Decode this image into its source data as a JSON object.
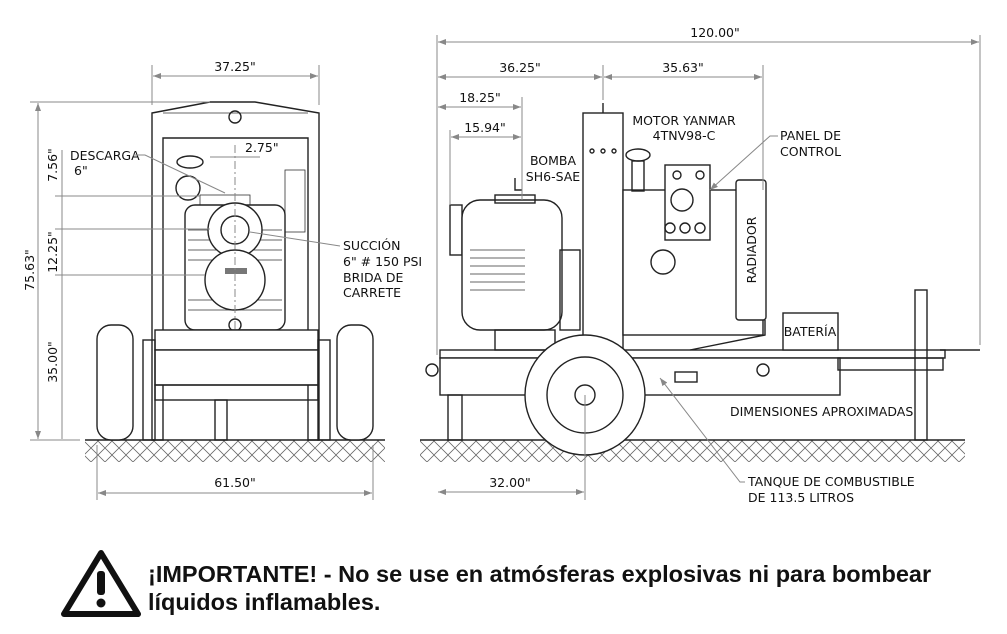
{
  "front_view": {
    "dims": {
      "width_top": "37.25\"",
      "width_base": "61.50\"",
      "height_total": "75.63\"",
      "h1": "7.56\"",
      "h2": "12.25\"",
      "h3": "35.00\"",
      "offset": "2.75\""
    },
    "labels": {
      "descarga_1": "DESCARGA",
      "descarga_2": "6\"",
      "succion_1": "SUCCIÓN",
      "succion_2": "6\" # 150 PSI",
      "succion_3": "BRIDA DE",
      "succion_4": "CARRETE"
    }
  },
  "side_view": {
    "dims": {
      "length_total": "120.00\"",
      "d1": "36.25\"",
      "d2": "35.63\"",
      "d3": "18.25\"",
      "d4": "15.94\"",
      "axle": "32.00\""
    },
    "labels": {
      "bomba_1": "BOMBA",
      "bomba_2": "SH6-SAE",
      "motor_1": "MOTOR YANMAR",
      "motor_2": "4TNV98-C",
      "panel_1": "PANEL DE",
      "panel_2": "CONTROL",
      "radiador": "RADIADOR",
      "bateria": "BATERÍA",
      "note": "DIMENSIONES APROXIMADAS",
      "tanque_1": "TANQUE DE COMBUSTIBLE",
      "tanque_2": "DE 113.5 LITROS"
    }
  },
  "warning": {
    "line1": "¡IMPORTANTE! - No se use en atmósferas explosivas ni para bombear",
    "line2": "líquidos inflamables."
  }
}
